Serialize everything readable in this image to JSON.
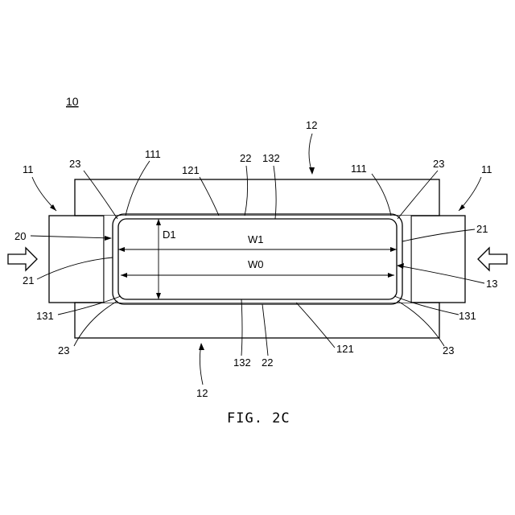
{
  "figure": {
    "assembly_ref": "10",
    "caption": "FIG. 2C"
  },
  "labels": {
    "die_left": "11",
    "die_right": "11",
    "die_top": "12",
    "die_bottom": "12",
    "foil": "20",
    "foil_side_left": "21",
    "foil_side_right": "21",
    "foil_top": "22",
    "foil_bottom": "22",
    "corner_top_left": "23",
    "corner_top_right": "23",
    "corner_bottom_left": "23",
    "corner_bottom_right": "23",
    "inner_face_left": "111",
    "inner_face_right": "111",
    "groove_top": "121",
    "groove_bottom": "121",
    "core": "13",
    "core_edge_left": "131",
    "core_edge_right": "131",
    "core_face_top": "132",
    "core_face_bottom": "132",
    "dim_depth": "D1",
    "dim_w1": "W1",
    "dim_w0": "W0"
  }
}
